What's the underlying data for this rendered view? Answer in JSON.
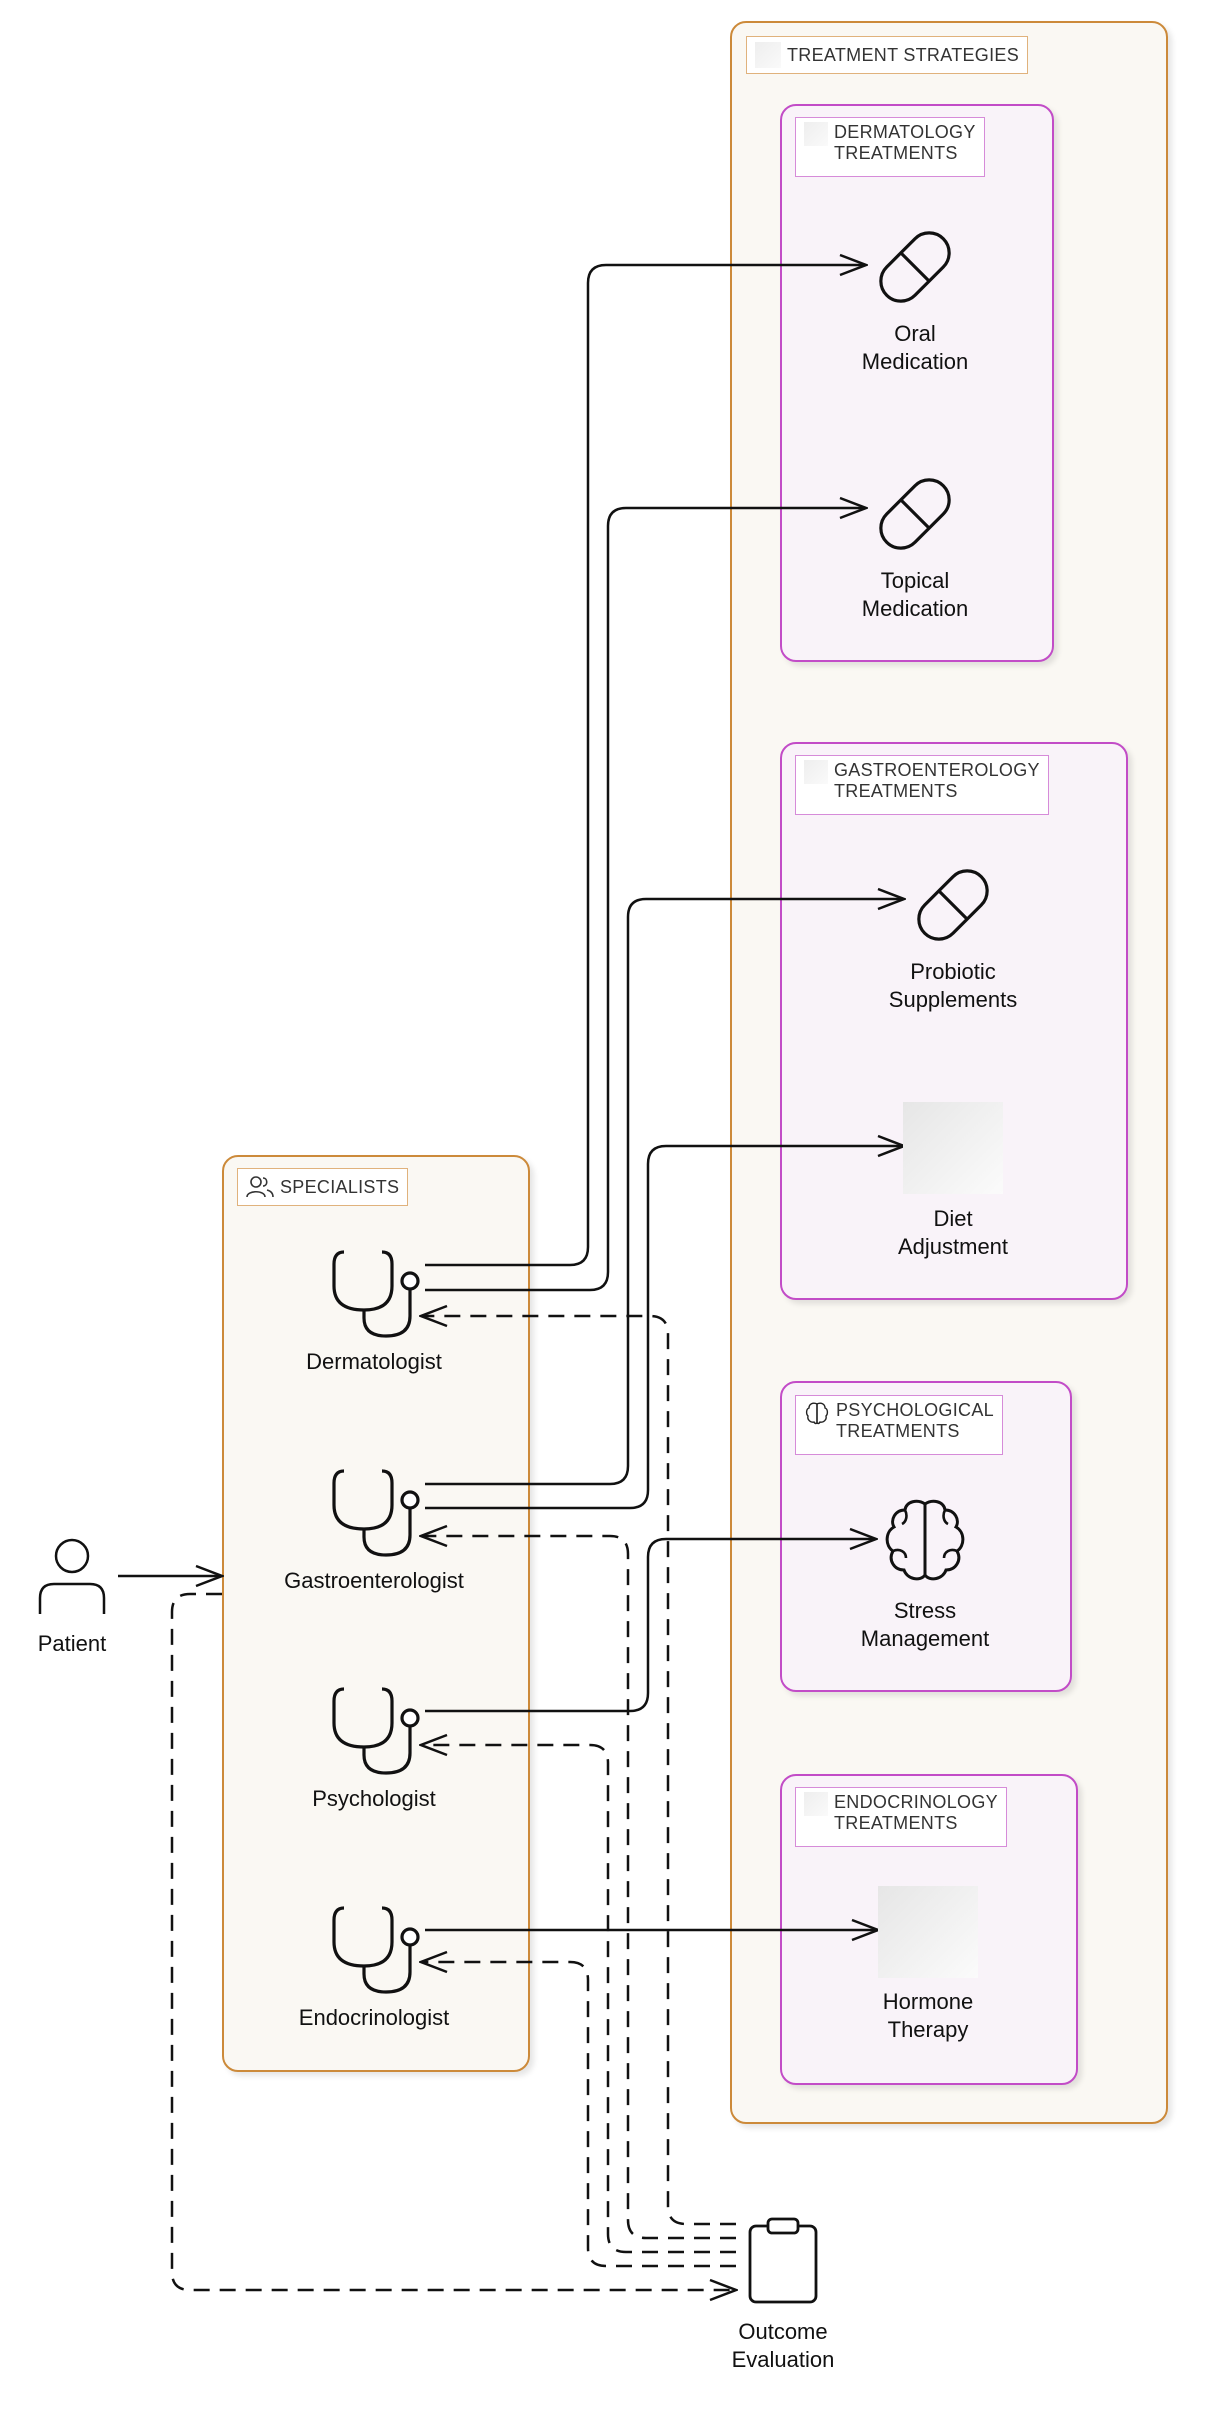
{
  "groups": {
    "treatment_strategies": "TREATMENT STRATEGIES",
    "specialists": "SPECIALISTS",
    "dermatology": [
      "DERMATOLOGY",
      "TREATMENTS"
    ],
    "gastroenterology": [
      "GASTROENTEROLOGY",
      "TREATMENTS"
    ],
    "psychological": [
      "PSYCHOLOGICAL",
      "TREATMENTS"
    ],
    "endocrinology": [
      "ENDOCRINOLOGY",
      "TREATMENTS"
    ]
  },
  "actors": {
    "patient": "Patient"
  },
  "specialists": [
    {
      "label": "Dermatologist",
      "icon": "stethoscope-icon"
    },
    {
      "label": "Gastroenterologist",
      "icon": "stethoscope-icon"
    },
    {
      "label": "Psychologist",
      "icon": "stethoscope-icon"
    },
    {
      "label": "Endocrinologist",
      "icon": "stethoscope-icon"
    }
  ],
  "treatments": {
    "oral_medication": [
      "Oral",
      "Medication"
    ],
    "topical_medication": [
      "Topical",
      "Medication"
    ],
    "probiotic_supplements": [
      "Probiotic",
      "Supplements"
    ],
    "diet_adjustment": [
      "Diet",
      "Adjustment"
    ],
    "stress_management": [
      "Stress",
      "Management"
    ],
    "hormone_therapy": [
      "Hormone",
      "Therapy"
    ]
  },
  "outcome": [
    "Outcome",
    "Evaluation"
  ],
  "colors": {
    "group_border_orange": "#cc8a3a",
    "group_border_purple": "#c24cc7",
    "group_fill_orange": "#faf8f3",
    "group_fill_purple": "#f9f3f9",
    "line": "#111111"
  }
}
